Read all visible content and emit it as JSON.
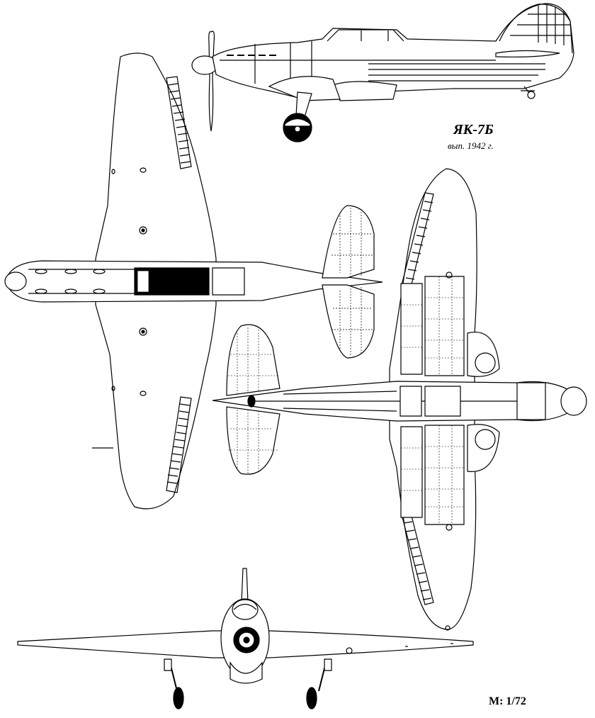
{
  "drawing": {
    "title": "ЯК-7Б",
    "subtitle": "вып. 1942 г.",
    "scale": "М: 1/72"
  },
  "colors": {
    "ink": "#000000",
    "paper": "#ffffff"
  }
}
